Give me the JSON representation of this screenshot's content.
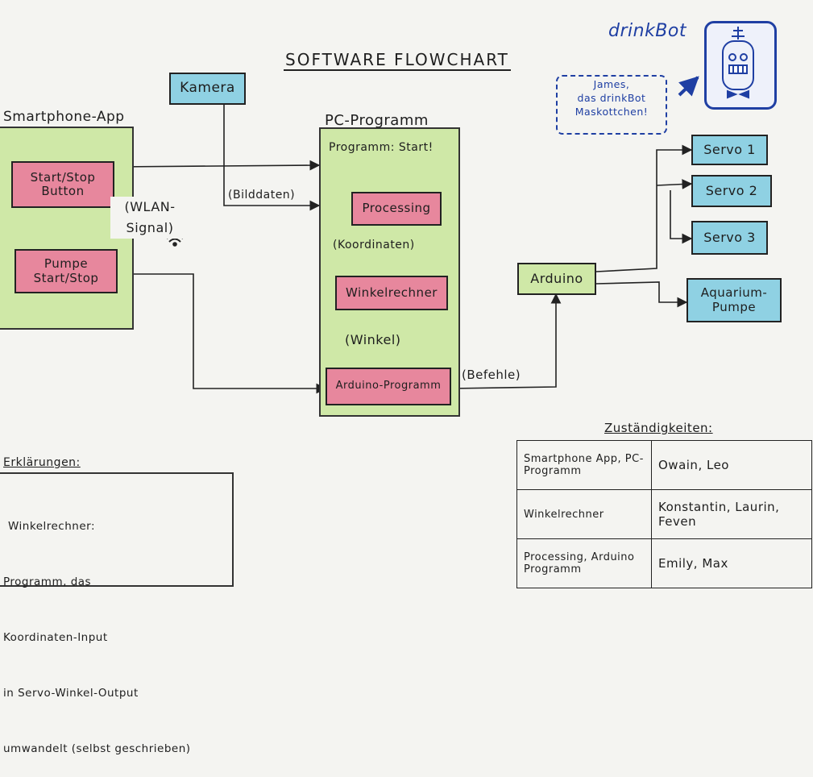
{
  "title": "SOFTWARE FLOWCHART",
  "brand": {
    "name": "drinkBot",
    "bubble_lines": [
      "James,",
      "das drinkBot",
      "Maskottchen!"
    ]
  },
  "smartphone_app": {
    "title": "Smartphone-App",
    "start_stop_button": "Start/Stop Button",
    "pump_button": "Pumpe Start/Stop",
    "wlan_label": "(WLAN-Signal)"
  },
  "camera": "Kamera",
  "pc_program": {
    "title": "PC-Programm",
    "start_label": "Programm: Start!",
    "processing": "Processing",
    "angle_calc": "Winkelrechner",
    "arduino_program": "Arduino-Programm"
  },
  "edge_labels": {
    "image_data": "(Bilddaten)",
    "coordinates": "(Koordinaten)",
    "angle": "(Winkel)",
    "commands": "(Befehle)"
  },
  "arduino": "Arduino",
  "outputs": [
    "Servo 1",
    "Servo 2",
    "Servo 3",
    "Aquarium-Pumpe"
  ],
  "legend": {
    "title": "Erklärungen:",
    "lines": [
      "Winkelrechner:",
      "Programm, das",
      "Koordinaten-Input",
      "in Servo-Winkel-Output",
      "umwandelt (selbst geschrieben)"
    ]
  },
  "responsibilities": {
    "title": "Zuständigkeiten:",
    "rows": [
      {
        "task": "Smartphone App, PC-Programm",
        "people": "Owain, Leo"
      },
      {
        "task": "Winkelrechner",
        "people": "Konstantin, Laurin, Feven"
      },
      {
        "task": "Processing, Arduino Programm",
        "people": "Emily, Max"
      }
    ]
  },
  "colors": {
    "pink": "#e7879d",
    "blue": "#8fd1e3",
    "green": "#cfe8a7",
    "mascot_blue": "#1f3fa3"
  }
}
